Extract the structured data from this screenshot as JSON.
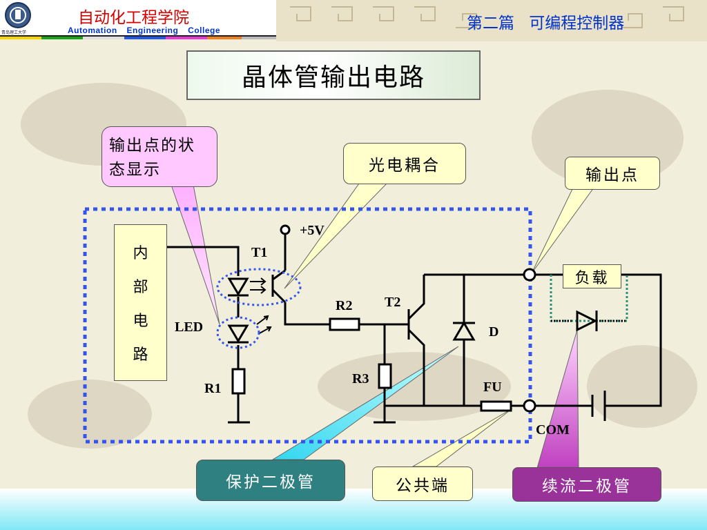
{
  "header": {
    "school_title": "自动化工程学院",
    "school_subtitle": "Automation Engineering College",
    "university_name": "青岛理工大学",
    "chapter": "第二篇 可编程控制器"
  },
  "slide": {
    "title": "晶体管输出电路"
  },
  "callouts": {
    "status_display": "输出点的状态显示",
    "optocoupler": "光电耦合",
    "output_point": "输出点",
    "protection_diode": "保护二极管",
    "common_terminal": "公共端",
    "freewheel_diode": "续流二极管"
  },
  "circuit": {
    "internal_circuit": [
      "内",
      "部",
      "电",
      "路"
    ],
    "load": "负载",
    "labels": {
      "vcc": "+5V",
      "t1": "T1",
      "t2": "T2",
      "r1": "R1",
      "r2": "R2",
      "r3": "R3",
      "led": "LED",
      "d": "D",
      "fu": "FU",
      "com": "COM"
    }
  },
  "colors": {
    "header_title": "#d40000",
    "header_blue": "#0033cc",
    "callout_yellow": "#ffffcc",
    "callout_pink": "#ffc8ff",
    "callout_teal": "#2f8080",
    "callout_purple": "#993399",
    "dashed_border": "#3355ee"
  }
}
